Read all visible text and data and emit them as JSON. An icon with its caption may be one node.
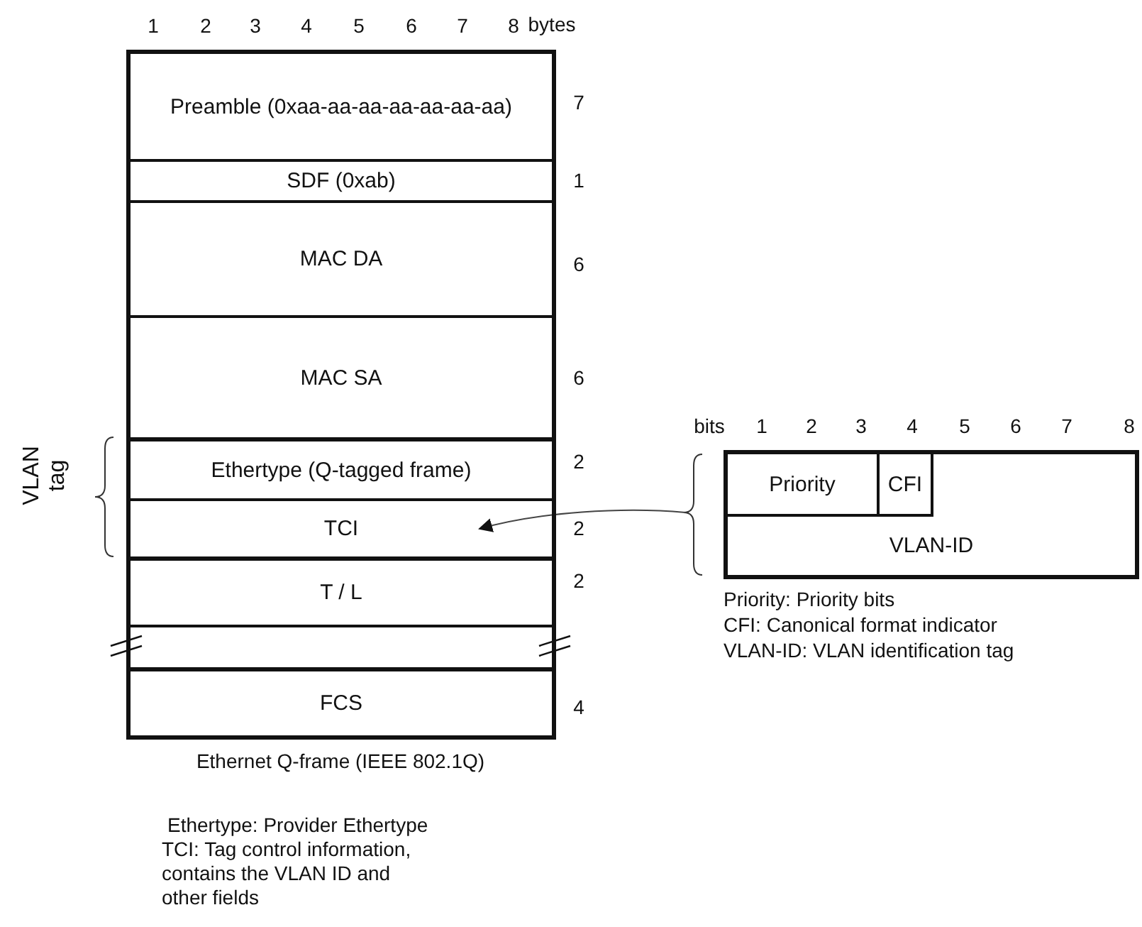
{
  "diagram": {
    "nodes": [
      {
        "text": [
          "Preamble (0xaa-aa-aa-aa-aa-aa-aa)"
        ]
      },
      {
        "text": [
          "SDF (0xab)"
        ]
      },
      {
        "text": [
          "MAC DA"
        ]
      },
      {
        "text": [
          "MAC SA"
        ]
      },
      {
        "text": [
          "Ethertype (Q-tagged frame)"
        ]
      },
      {
        "text": [
          "TCI"
        ]
      },
      {
        "text": [
          "T / L"
        ]
      },
      {
        "text": [],
        "shape": "box"
      },
      {
        "text": [
          "FCS"
        ]
      },
      {
        "text": [],
        "shape": "box"
      },
      {
        "text": [
          "Priority"
        ],
        "in": 9
      },
      {
        "text": [
          "CFI"
        ],
        "in": 9
      },
      {
        "text": [
          "VLAN-ID"
        ],
        "in": 9
      }
    ],
    "edges": [
      {
        "from": 9,
        "to": 5,
        "arrow": "to"
      }
    ],
    "labels": [
      "1",
      "2",
      "3",
      "4",
      "5",
      "6",
      "7",
      "8",
      "bytes",
      "7",
      "1",
      "6",
      "6",
      "bits",
      "1",
      "2",
      "3",
      "4",
      "5",
      "6",
      "7",
      "8",
      "2",
      "VLAN tag",
      "2",
      "2",
      "4",
      "Ethernet Q-frame (IEEE 802.1Q)",
      "Priority: Priority bits",
      "CFI: Canonical format indicator",
      "VLAN-ID: VLAN identification tag",
      "Ethertype: Provider Ethertype",
      "TCI: Tag control information, contains the VLAN ID and other fields"
    ]
  }
}
